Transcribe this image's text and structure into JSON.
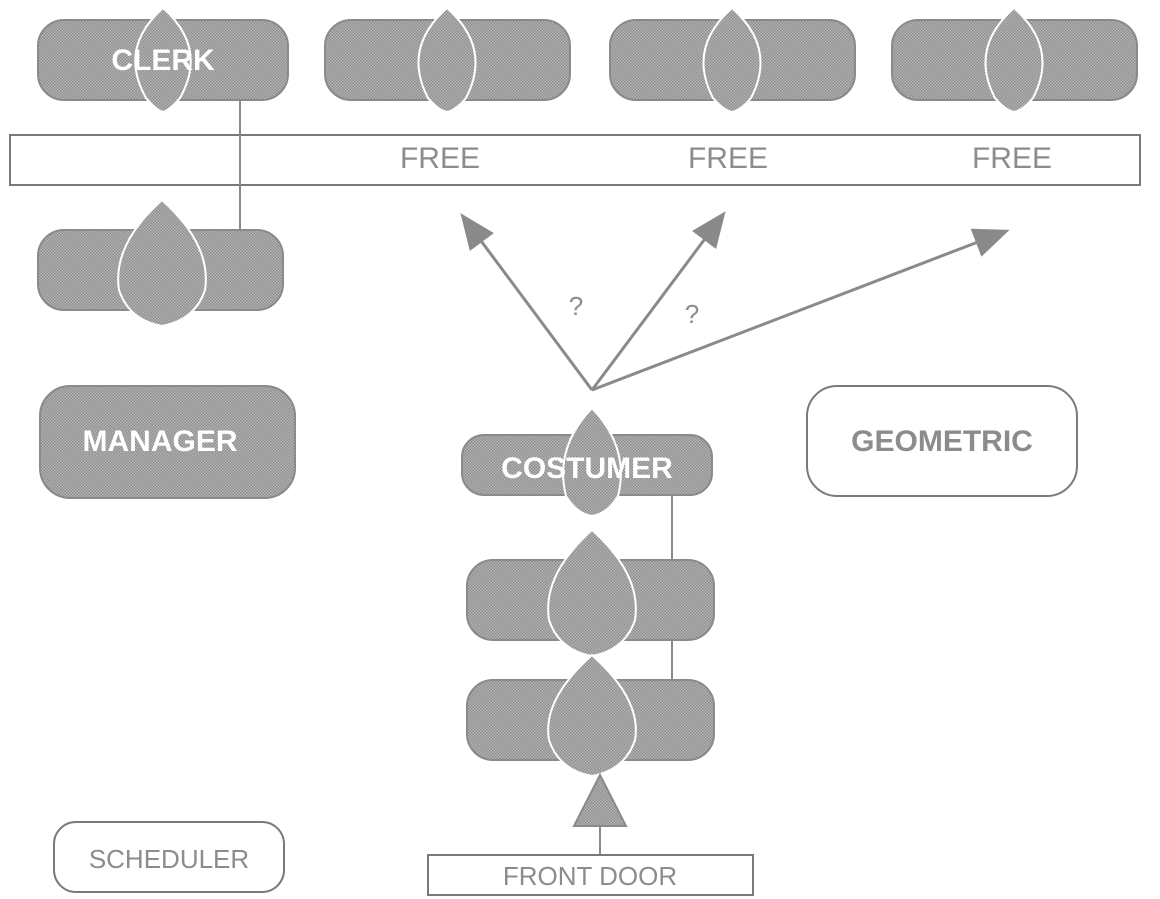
{
  "colors": {
    "fill": "#a6a6a6",
    "stroke": "#8a8a8a",
    "outline": "#7a7a7a",
    "label_on_fill": "#ffffff",
    "label_outline": "#8c8c8c",
    "background": "#ffffff"
  },
  "agents": {
    "clerk_label": "CLERK",
    "manager_label": "MANAGER",
    "costumer_label": "COSTUMER",
    "geometric_label": "GEOMETRIC",
    "scheduler_label": "SCHEDULER"
  },
  "counter": {
    "slots": [
      "",
      "FREE",
      "FREE",
      "FREE"
    ]
  },
  "entrance": {
    "label": "FRONT DOOR"
  },
  "decision": {
    "marks": [
      "?",
      "?"
    ]
  },
  "icons": [
    "person-token-icon",
    "arrow-up-icon",
    "arrow-icon"
  ]
}
